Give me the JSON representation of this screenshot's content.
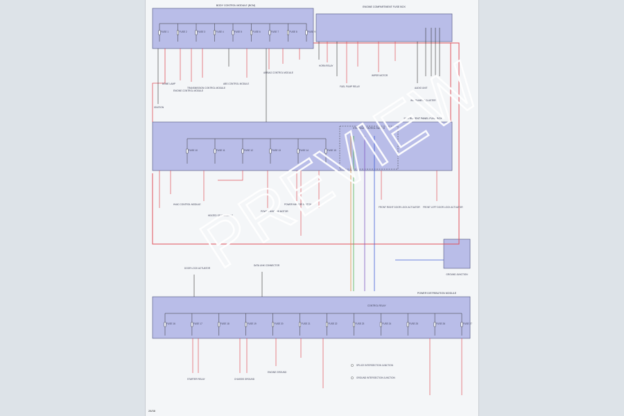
{
  "watermark": "PREVIEW",
  "page_number": "28/38",
  "colors": {
    "module_fill": "#b9bde8",
    "red_wire": "#e0505a",
    "black_wire": "#333333",
    "green_wire": "#4caf50",
    "blue_wire": "#3f5bd6",
    "orange_wire": "#e09040"
  },
  "blocks": {
    "top_left": {
      "title": "BODY CONTROL MODULE (BCM)"
    },
    "top_right": {
      "title": "ENGINE COMPARTMENT FUSE BOX"
    },
    "middle": {
      "title": "INSTRUMENT PANEL FUSE BOX",
      "relay": "STEERING CONTROL SWITCH"
    },
    "bottom": {
      "title": "POWER DISTRIBUTION MODULE",
      "relay": "CONTROL RELAY"
    },
    "side_box": {
      "title": "GROUND JUNCTION"
    }
  },
  "top_left_fuses": [
    "FUSE 1",
    "FUSE 2",
    "FUSE 3",
    "FUSE 4",
    "FUSE 5",
    "FUSE 6",
    "FUSE 7",
    "FUSE 8",
    "FUSE 9"
  ],
  "middle_fuses": [
    "FUSE 10",
    "FUSE 11",
    "FUSE 12",
    "FUSE 13",
    "FUSE 14",
    "FUSE 15"
  ],
  "bottom_fuses": [
    "FUSE 16",
    "FUSE 17",
    "FUSE 18",
    "FUSE 19",
    "FUSE 20",
    "FUSE 21",
    "FUSE 22",
    "FUSE 23",
    "FUSE 24",
    "FUSE 25",
    "FUSE 26",
    "FUSE 27"
  ],
  "labels": {
    "ign1": "IGNITION",
    "dome": "DOME LAMP",
    "ecm": "ENGINE CONTROL MODULE",
    "tcm": "TRANSMISSION CONTROL MODULE",
    "abs": "ABS CONTROL MODULE",
    "airbag": "AIRBAG CONTROL MODULE",
    "horn": "HORN RELAY",
    "fuel": "FUEL PUMP RELAY",
    "wiper": "WIPER MOTOR",
    "radio": "AUDIO UNIT",
    "cluster": "INSTRUMENT CLUSTER",
    "hvac": "HVAC CONTROL MODULE",
    "heated_seat": "HEATED SEAT MODULE",
    "power_window": "POWER WINDOW MOTOR",
    "mirror": "POWER MIRROR SWITCH",
    "door_lock": "DOOR LOCK ACTUATOR",
    "gnd_left": "FRONT RIGHT DOOR LOCK ACTUATOR",
    "gnd_right": "FRONT LEFT DOOR LOCK ACTUATOR",
    "data_link": "DATA LINK CONNECTOR",
    "starter": "STARTER RELAY",
    "legend1": "SPLICE INTERSECTION JUNCTION",
    "legend2": "GROUND INTERSECTION JUNCTION",
    "chassis": "CHASSIS GROUND",
    "engine_gnd": "ENGINE GROUND"
  }
}
